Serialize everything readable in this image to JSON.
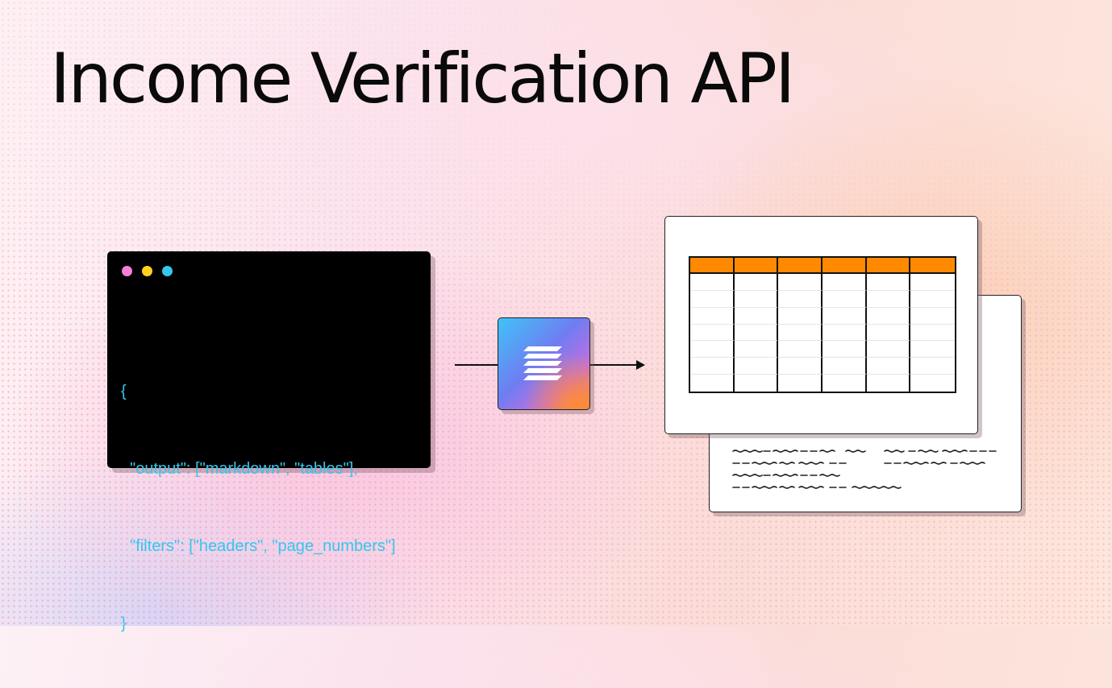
{
  "title": "Income Verification API",
  "code_window": {
    "dot_colors": [
      "#f77fd8",
      "#ffd21e",
      "#36c6ec"
    ],
    "code_color": "#36c6ec",
    "lines": [
      "{",
      "  \"output\": [\"markdown\", \"tables\"],",
      "  \"filters\": [\"headers\", \"page_numbers\"]",
      "}"
    ]
  },
  "processor": {
    "icon": "layers-icon"
  },
  "document": {
    "table_header_color": "#ff8a00",
    "table_columns": 6,
    "table_rows": 7
  }
}
